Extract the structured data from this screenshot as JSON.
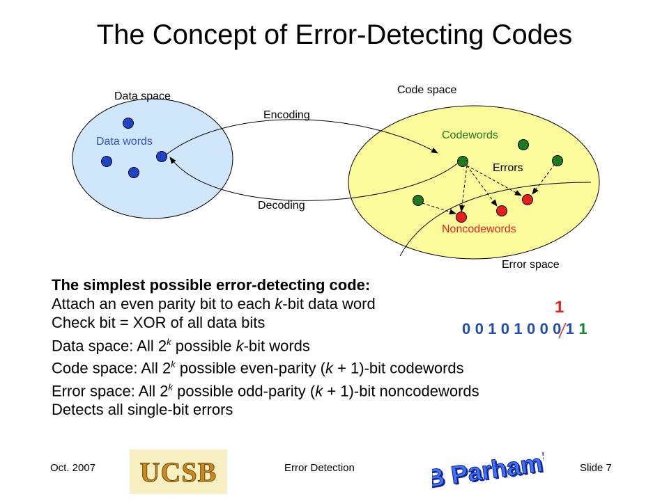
{
  "title": "The Concept of Error-Detecting Codes",
  "diagram": {
    "data_space_label": "Data space",
    "data_words_label": "Data words",
    "code_space_label": "Code space",
    "codewords_label": "Codewords",
    "errors_label": "Errors",
    "noncodewords_label": "Noncodewords",
    "error_space_label": "Error space",
    "encoding_label": "Encoding",
    "decoding_label": "Decoding",
    "colors": {
      "data_space_fill": "#cfe6fb",
      "code_space_fill": "#fbfb9c",
      "data_word": "#1e43c9",
      "codeword": "#1d7a1d",
      "noncodeword": "#e8201a",
      "data_words_text": "#3050c0",
      "codewords_text": "#1d7a1d",
      "noncodewords_text": "#e8201a"
    }
  },
  "text": {
    "heading": "The simplest possible error-detecting code:",
    "line1_a": "Attach an even parity bit to each ",
    "line1_k": "k",
    "line1_b": "-bit data word",
    "line2": "Check bit = XOR of all data bits",
    "line3_a": "Data space: All 2",
    "line3_sup": "k",
    "line3_b": " possible ",
    "line3_k": "k",
    "line3_c": "-bit words",
    "line4_a": "Code space: All 2",
    "line4_sup": "k",
    "line4_b": " possible even-parity (",
    "line4_k": "k",
    "line4_c": " + 1)-bit codewords",
    "line5_a": "Error space: All 2",
    "line5_sup": "k",
    "line5_b": " possible odd-parity (",
    "line5_k": "k",
    "line5_c": " + 1)-bit noncodewords",
    "line6": "Detects all single-bit errors"
  },
  "example": {
    "bits": [
      "0",
      "0",
      "1",
      "0",
      "1",
      "0",
      "0",
      "0",
      "1",
      "1"
    ],
    "flipped_bit": "1"
  },
  "footer": {
    "date": "Oct. 2007",
    "center": "Error Detection",
    "slide": "Slide 7",
    "ucsb_logo_text": "UCSB",
    "author_logo_text": "B Parhami"
  }
}
